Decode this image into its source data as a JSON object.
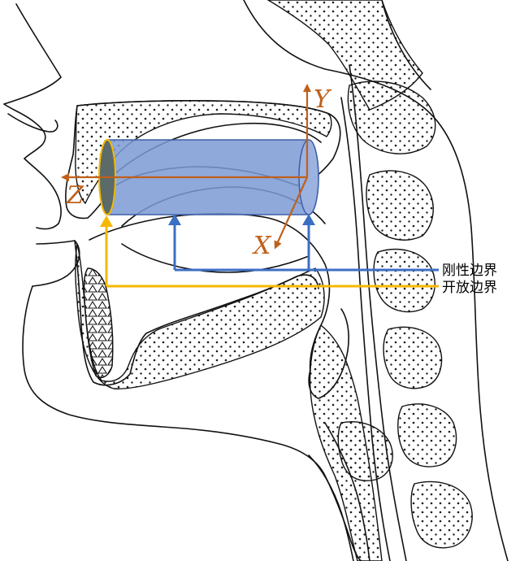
{
  "axes": {
    "x_label": "X",
    "y_label": "Y",
    "z_label": "Z",
    "color": "#c0601a"
  },
  "cylinder": {
    "fill": "#7a9ad4",
    "stroke": "#3f5ea8"
  },
  "boundaries": [
    {
      "label": "刚性边界",
      "color": "#3b6fc4"
    },
    {
      "label": "开放边界",
      "color": "#f5b800"
    }
  ],
  "anatomy": {
    "line_color": "#111111",
    "dot_color": "#1a1a1a"
  }
}
